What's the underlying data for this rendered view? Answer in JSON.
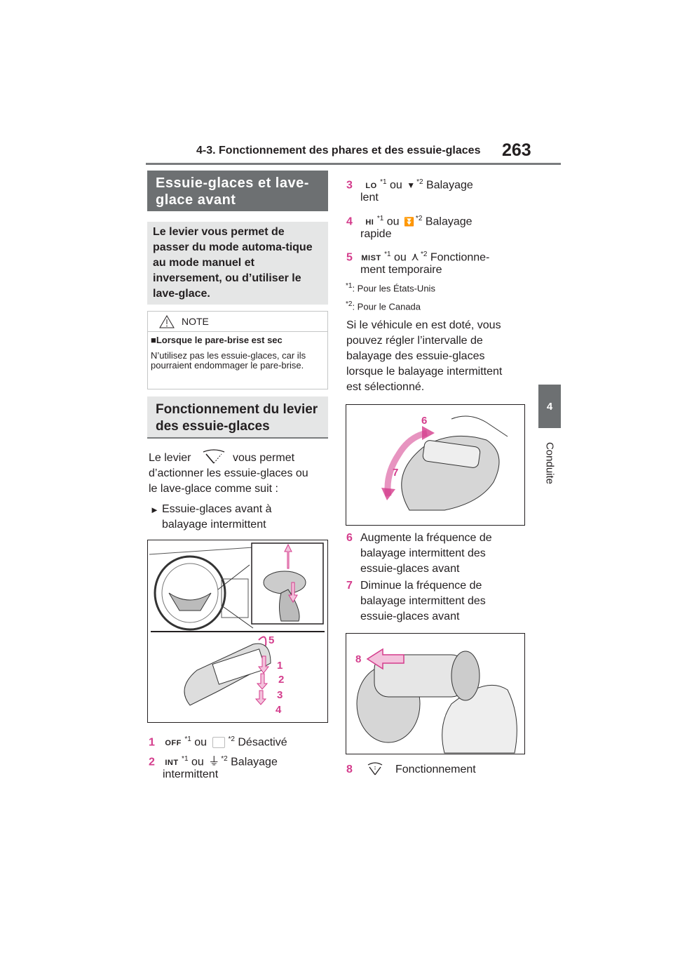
{
  "header": {
    "title": "4-3. Fonctionnement des phares et des essuie-glaces",
    "page_number": "263"
  },
  "side_tab": {
    "number": "4",
    "label": "Conduite"
  },
  "section_title": "Essuie-glaces et lave-glace avant",
  "intro": "Le levier vous permet de passer du mode automa-tique au mode manuel et inversement, ou d’utiliser le lave-glace.",
  "note": {
    "title": "NOTE",
    "subtitle": "■Lorsque le pare-brise est sec",
    "text": "N’utilisez pas les essuie-glaces, car ils pourraient endommager le pare-brise."
  },
  "subsection_title": "Fonctionnement du levier des essuie-glaces",
  "lever_text_a": "Le levier",
  "lever_text_b": "vous permet",
  "lever_text_c": "d’actionner les essuie-glaces ou",
  "lever_text_d": "le lave-glace comme suit :",
  "bullet_a": "Essuie-glaces avant à",
  "bullet_b": "balayage intermittent",
  "figure1_callouts": [
    "5",
    "1",
    "2",
    "3",
    "4"
  ],
  "items": [
    {
      "num": "1",
      "badge": "OFF",
      "sup1": "*1",
      "or": "ou",
      "sup2": "*2",
      "label": "Désactivé"
    },
    {
      "num": "2",
      "badge": "INT",
      "sup1": "*1",
      "or": "ou",
      "sup2": "*2",
      "label": "Balayage",
      "label2": "intermittent"
    },
    {
      "num": "3",
      "badge": "LO",
      "sup1": "*1",
      "or": "ou",
      "sup2": "*2",
      "label": "Balayage",
      "label2": "lent"
    },
    {
      "num": "4",
      "badge": "HI",
      "sup1": "*1",
      "or": "ou",
      "sup2": "*2",
      "label": "Balayage",
      "label2": "rapide"
    },
    {
      "num": "5",
      "badge": "MIST",
      "sup1": "*1",
      "or": "ou",
      "sup2": "*2",
      "label": "Fonctionne-",
      "label2": "ment temporaire"
    }
  ],
  "footnotes": [
    {
      "sup": "*1",
      "text": ": Pour les États-Unis"
    },
    {
      "sup": "*2",
      "text": ": Pour le Canada"
    }
  ],
  "interval_lines": [
    "Si le véhicule en est doté, vous",
    "pouvez régler l’intervalle de",
    "balayage des essuie-glaces",
    "lorsque le balayage intermittent",
    "est sélectionné."
  ],
  "figure2_callouts": [
    "6",
    "7"
  ],
  "item6": {
    "num": "6",
    "lines": [
      "Augmente la fréquence de",
      "balayage intermittent des",
      "essuie-glaces avant"
    ]
  },
  "item7": {
    "num": "7",
    "lines": [
      "Diminue la fréquence de",
      "balayage intermittent des",
      "essuie-glaces avant"
    ]
  },
  "figure3_callouts": [
    "8"
  ],
  "item8": {
    "num": "8",
    "label": "Fonctionnement"
  },
  "colors": {
    "accent": "#d43c8c",
    "header_gray": "#6d7072",
    "box_gray": "#e5e6e6"
  }
}
